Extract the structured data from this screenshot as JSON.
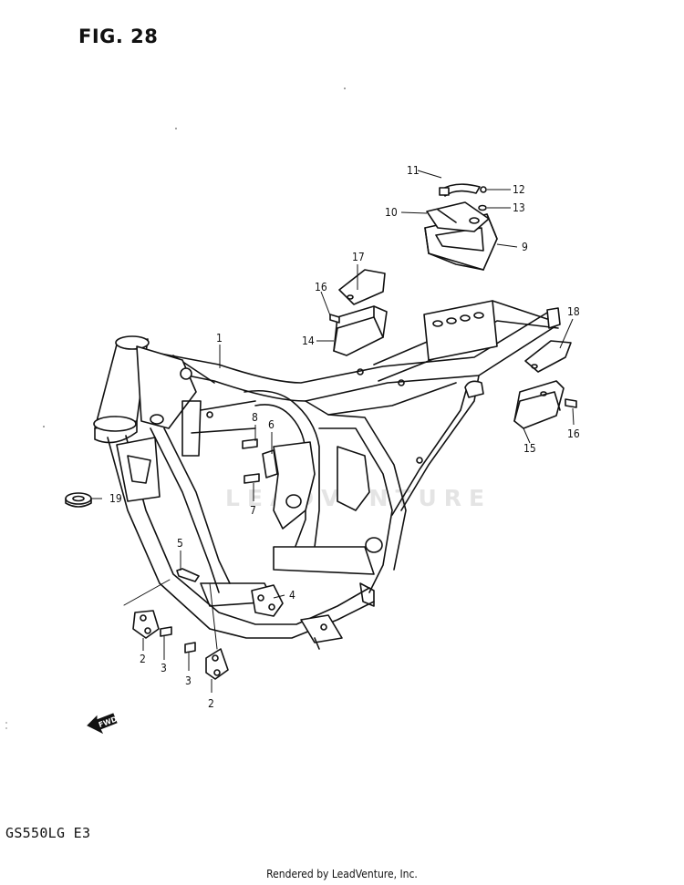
{
  "figure": {
    "title": "FIG. 28",
    "model_code": "GS550LG  E3",
    "credit": "Rendered by LeadVenture, Inc.",
    "watermark": "LEADVENTURE",
    "fwd_label": "FWD"
  },
  "callouts": [
    {
      "id": "1",
      "label": "1"
    },
    {
      "id": "2a",
      "label": "2"
    },
    {
      "id": "2b",
      "label": "2"
    },
    {
      "id": "3a",
      "label": "3"
    },
    {
      "id": "3b",
      "label": "3"
    },
    {
      "id": "4",
      "label": "4"
    },
    {
      "id": "5",
      "label": "5"
    },
    {
      "id": "6",
      "label": "6"
    },
    {
      "id": "7",
      "label": "7"
    },
    {
      "id": "8",
      "label": "8"
    },
    {
      "id": "9",
      "label": "9"
    },
    {
      "id": "10",
      "label": "10"
    },
    {
      "id": "11",
      "label": "11"
    },
    {
      "id": "12",
      "label": "12"
    },
    {
      "id": "13",
      "label": "13"
    },
    {
      "id": "14",
      "label": "14"
    },
    {
      "id": "15",
      "label": "15"
    },
    {
      "id": "16a",
      "label": "16"
    },
    {
      "id": "16b",
      "label": "16"
    },
    {
      "id": "17",
      "label": "17"
    },
    {
      "id": "18",
      "label": "18"
    },
    {
      "id": "19",
      "label": "19"
    }
  ]
}
